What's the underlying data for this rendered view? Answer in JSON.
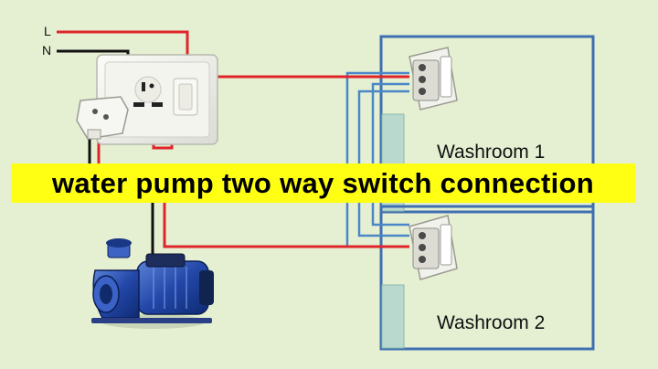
{
  "title": "water pump two way switch connection",
  "labels": {
    "live": "L",
    "neutral": "N",
    "room1": "Washroom 1",
    "room2": "Washroom 2"
  },
  "colors": {
    "background": "#e5f0d2",
    "banner": "#ffff14",
    "live_wire": "#e0252a",
    "neutral_wire": "#111111",
    "traveller_wire": "#4b86c8",
    "room_border": "#3f6fb0",
    "wall_tile": "#b9d9cf"
  },
  "icons": [
    "socket-board-icon",
    "plug-icon",
    "two-way-switch-icon",
    "water-pump-icon"
  ]
}
